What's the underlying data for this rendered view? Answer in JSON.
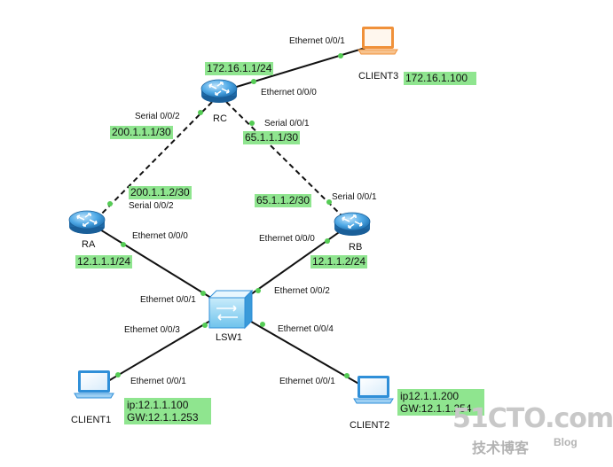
{
  "devices": {
    "rc": "RC",
    "ra": "RA",
    "rb": "RB",
    "lsw1": "LSW1",
    "client1": "CLIENT1",
    "client2": "CLIENT2",
    "client3": "CLIENT3"
  },
  "ports": {
    "rc_s002": "Serial 0/0/2",
    "rc_s001": "Serial 0/0/1",
    "rc_e000": "Ethernet 0/0/0",
    "client3_e001": "Ethernet 0/0/1",
    "ra_s002": "Serial 0/0/2",
    "ra_e000": "Ethernet 0/0/0",
    "rb_s001": "Serial 0/0/1",
    "rb_e000": "Ethernet 0/0/0",
    "lsw_e001": "Ethernet 0/0/1",
    "lsw_e002": "Ethernet 0/0/2",
    "lsw_e003": "Ethernet 0/0/3",
    "lsw_e004": "Ethernet 0/0/4",
    "client1_e001": "Ethernet 0/0/1",
    "client2_e001": "Ethernet 0/0/1"
  },
  "addresses": {
    "rc_lan": "172.16.1.1/24",
    "client3_ip": "172.16.1.100",
    "rc_s002_ip": "200.1.1.1/30",
    "rc_s001_ip": "65.1.1.1/30",
    "ra_s002_ip": "200.1.1.2/30",
    "rb_s001_ip": "65.1.1.2/30",
    "ra_e000_ip": "12.1.1.1/24",
    "rb_e000_ip": "12.1.1.2/24",
    "client1_ip": "ip:12.1.1.100",
    "client1_gw": "GW:12.1.1.253",
    "client2_ip": "ip12.1.1.200",
    "client2_gw": "GW:12.1.1.254"
  },
  "watermark": {
    "site": "51CTO.com",
    "tagline": "技术博客",
    "blog": "Blog"
  },
  "colors": {
    "label_bg": "#8fe58f",
    "port_dot": "#55cc55",
    "router": "#3a9ad9",
    "laptop_blue": "#2f8fd8",
    "laptop_orange": "#f0913a"
  }
}
